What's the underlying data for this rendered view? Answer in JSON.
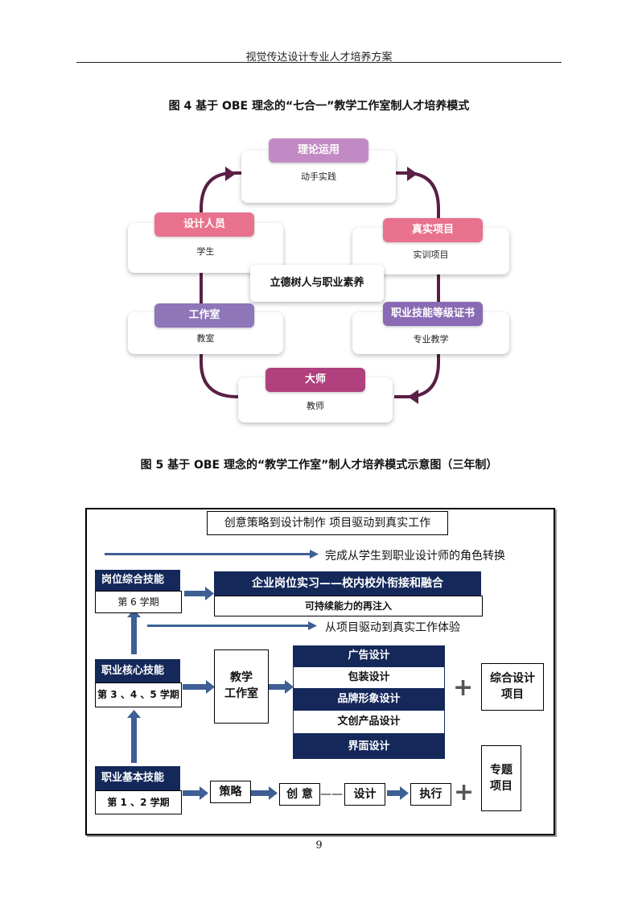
{
  "header": {
    "title": "视觉传达设计专业人才培养方案"
  },
  "figure4": {
    "caption": "图 4    基于 OBE 理念的“七合一”教学工作室制人才培养模式",
    "center": "立德树人与职业素养",
    "cards": [
      {
        "tag": "理论运用",
        "sub": "动手实践",
        "color": "#c28ac4"
      },
      {
        "tag": "设计人员",
        "sub": "学生",
        "color": "#e8728d"
      },
      {
        "tag": "真实项目",
        "sub": "实训项目",
        "color": "#e8728d"
      },
      {
        "tag": "工作室",
        "sub": "教室",
        "color": "#8e76b8"
      },
      {
        "tag": "职业技能等级证书",
        "sub": "专业教学",
        "color": "#8a6ab4"
      },
      {
        "tag": "大师",
        "sub": "教师",
        "color": "#b0407e"
      }
    ]
  },
  "figure5": {
    "caption": "图 5   基于 OBE 理念的“教学工作室”制人才培养模式示意图（三年制）",
    "top_title": "创意策略到设计制作    项目驱动到真实工作",
    "arrow_text_1": "完成从学生到职业设计师的角色转换",
    "arrow_text_2": "从项目驱动到真实工作体验",
    "stage1": {
      "title": "岗位综合技能",
      "term": "第 6 学期"
    },
    "stage2": {
      "title": "职业核心技能",
      "term": "第 3 、4 、5 学期"
    },
    "stage3": {
      "title": "职业基本技能",
      "term": "第 1 、2 学期"
    },
    "internship": {
      "title": "企业岗位实习——校内校外衔接和融合",
      "sub": "可持续能力的再注入"
    },
    "studio": "教学\n工作室",
    "courses": [
      "广告设计",
      "包装设计",
      "品牌形象设计",
      "文创产品设计",
      "界面设计"
    ],
    "comprehensive": "综合设计\n项目",
    "flow": [
      "策略",
      "创 意",
      "设计",
      "执行"
    ],
    "special": "专题\n项目"
  },
  "page_number": "9"
}
